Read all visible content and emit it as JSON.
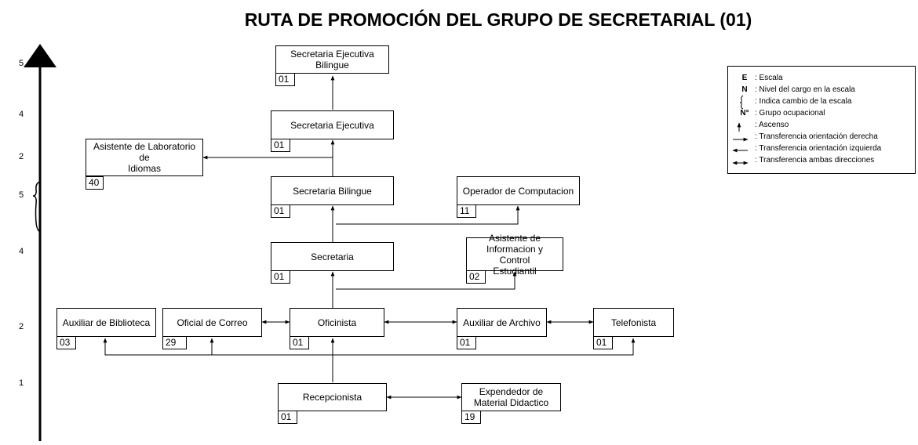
{
  "title": "RUTA DE PROMOCIÓN DEL GRUPO DE SECRETARIAL (01)",
  "levels": [
    "5",
    "4",
    "2",
    "5",
    "4",
    "2",
    "1"
  ],
  "boxes": {
    "secretaria_ejecutiva_bilingue": {
      "label": "Secretaria Ejecutiva\nBilingue",
      "code": "01"
    },
    "secretaria_ejecutiva": {
      "label": "Secretaria Ejecutiva",
      "code": "01"
    },
    "asistente_laboratorio_idiomas": {
      "label": "Asistente de Laboratorio de\nIdiomas",
      "code": "40"
    },
    "secretaria_bilingue": {
      "label": "Secretaria Bilingue",
      "code": "01"
    },
    "operador_computacion": {
      "label": "Operador de Computacion",
      "code": "11"
    },
    "secretaria": {
      "label": "Secretaria",
      "code": "01"
    },
    "asistente_informacion": {
      "label": "Asistente de\nInformacion y Control\nEstudiantil",
      "code": "02"
    },
    "auxiliar_biblioteca": {
      "label": "Auxiliar de Biblioteca",
      "code": "03"
    },
    "oficial_correo": {
      "label": "Oficial de Correo",
      "code": "29"
    },
    "oficinista": {
      "label": "Oficinista",
      "code": "01"
    },
    "auxiliar_archivo": {
      "label": "Auxiliar de Archivo",
      "code": "01"
    },
    "telefonista": {
      "label": "Telefonista",
      "code": "01"
    },
    "recepcionista": {
      "label": "Recepcionista",
      "code": "01"
    },
    "expendedor_material": {
      "label": "Expendedor de\nMaterial Didactico",
      "code": "19"
    }
  },
  "legend": [
    {
      "key": "E",
      "text": ": Escala"
    },
    {
      "key": "N",
      "text": ": Nivel del cargo en la escala"
    },
    {
      "key": "",
      "text": ": Indica cambio de la escala"
    },
    {
      "key": "N°",
      "text": ": Grupo ocupacional"
    },
    {
      "key": "",
      "text": ": Ascenso"
    },
    {
      "key": "",
      "text": ": Transferencia orientación derecha"
    },
    {
      "key": "",
      "text": ": Transferencia orientación izquierda"
    },
    {
      "key": "",
      "text": ": Transferencia ambas direcciones"
    }
  ]
}
